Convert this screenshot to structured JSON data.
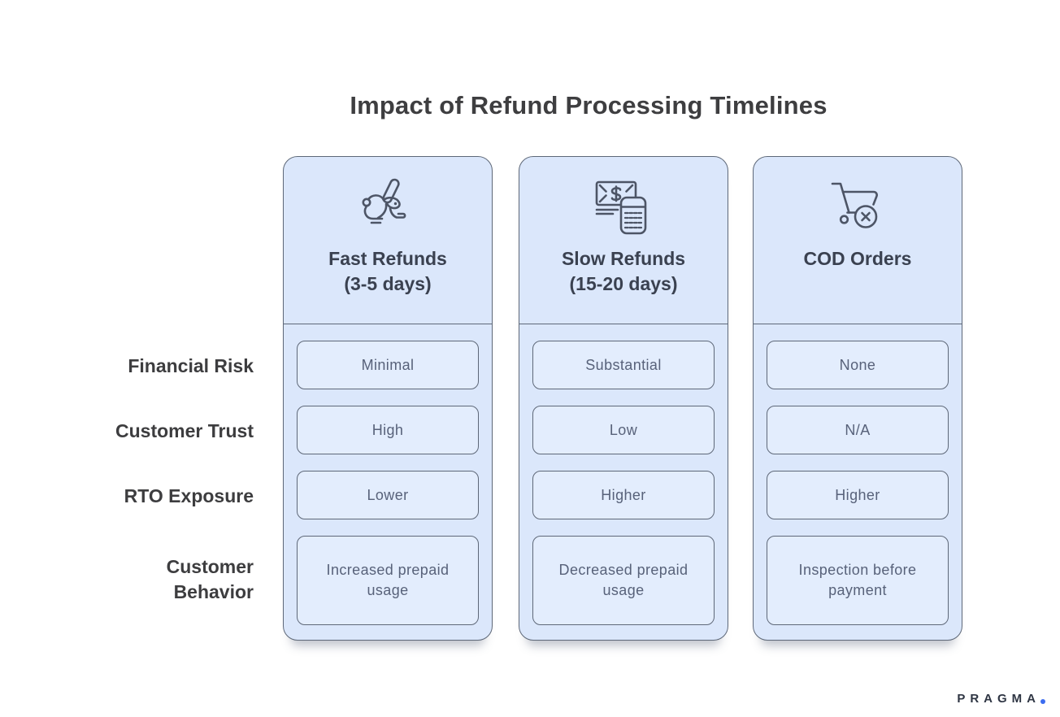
{
  "title": "Impact of Refund Processing Timelines",
  "rows": [
    {
      "label": "Financial Risk"
    },
    {
      "label": "Customer Trust"
    },
    {
      "label": "RTO Exposure"
    },
    {
      "label": "Customer Behavior"
    }
  ],
  "columns": [
    {
      "icon": "rabbit-icon",
      "title": "Fast Refunds",
      "subtitle": "(3-5 days)",
      "values": [
        "Minimal",
        "High",
        "Lower",
        "Increased prepaid usage"
      ]
    },
    {
      "icon": "money-calculator-icon",
      "title": "Slow Refunds",
      "subtitle": "(15-20 days)",
      "values": [
        "Substantial",
        "Low",
        "Higher",
        "Decreased prepaid usage"
      ]
    },
    {
      "icon": "cart-cancelled-icon",
      "title": "COD Orders",
      "subtitle": "",
      "values": [
        "None",
        "N/A",
        "Higher",
        "Inspection before payment"
      ]
    }
  ],
  "brand": {
    "name": "PRAGMA",
    "dot": "."
  },
  "colors": {
    "card_bg": "#dbe7fb",
    "cell_bg": "#e3edfd",
    "border": "#5e6878",
    "icon_stroke": "#4d5566",
    "title_text": "#3e3e40",
    "header_text": "#3a4150",
    "cell_text": "#58627a",
    "brand_text": "#2e3543",
    "accent_dot": "#3c6cf0"
  }
}
